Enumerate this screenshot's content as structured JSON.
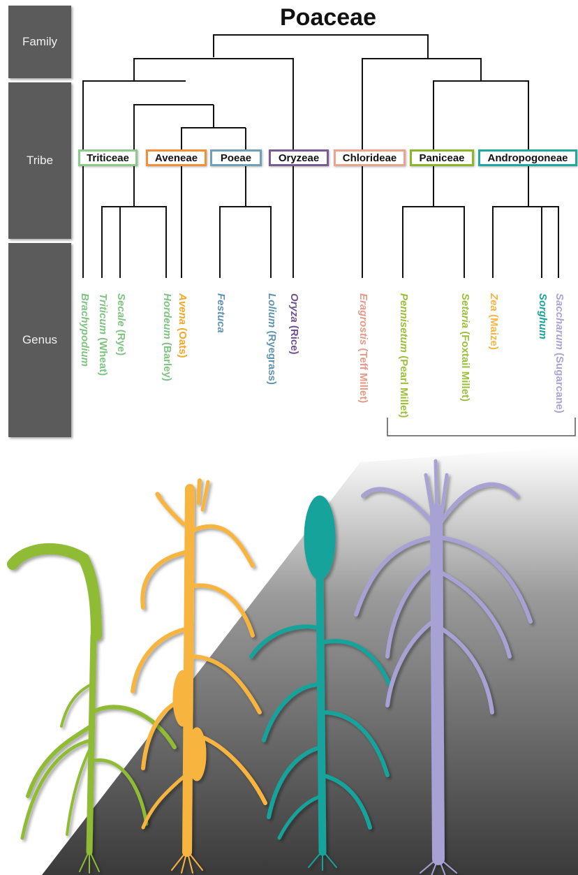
{
  "title": "Poaceae",
  "levels": {
    "family": "Family",
    "tribe": "Tribe",
    "genus": "Genus"
  },
  "tribes": [
    {
      "name": "Triticeae",
      "color": "#8cc98a"
    },
    {
      "name": "Aveneae",
      "color": "#f0913a"
    },
    {
      "name": "Poeae",
      "color": "#6fa0b5"
    },
    {
      "name": "Oryzeae",
      "color": "#7a5c93"
    },
    {
      "name": "Chlorideae",
      "color": "#e8a48e"
    },
    {
      "name": "Paniceae",
      "color": "#8cb52a"
    },
    {
      "name": "Andropogoneae",
      "color": "#22a7a0"
    }
  ],
  "genera": [
    {
      "italic": "Brachypodium",
      "common": "",
      "color": "#7cc47f"
    },
    {
      "italic": "Triticum",
      "common": " (Wheat)",
      "color": "#7cc47f"
    },
    {
      "italic": "Secale",
      "common": " (Rye)",
      "color": "#7cc47f"
    },
    {
      "italic": "Hordeum",
      "common": " (Barley)",
      "color": "#7cc47f"
    },
    {
      "italic": "Avena",
      "common": " (Oats)",
      "color": "#f5a623"
    },
    {
      "italic": "Festuca",
      "common": "",
      "color": "#5f93b2"
    },
    {
      "italic": "Lolium",
      "common": " (Ryegrass)",
      "color": "#5f93b2"
    },
    {
      "italic": "Oryza",
      "common": " (Rice)",
      "color": "#6e4f91"
    },
    {
      "italic": "Eragrostis",
      "common": " (Teff Millet)",
      "color": "#e39a86"
    },
    {
      "italic": "Pennisetum",
      "common": " (Pearl Millet)",
      "color": "#9cbf3a"
    },
    {
      "italic": "Setaria",
      "common": " (Foxtail Millet)",
      "color": "#9cbf3a"
    },
    {
      "italic": "Zea",
      "common": " (Maize)",
      "color": "#f7b540"
    },
    {
      "italic": "Sorghum",
      "common": "",
      "color": "#15a39b"
    },
    {
      "italic": "Saccharum",
      "common": " (Sugarcane)",
      "color": "#a8a4d6"
    }
  ],
  "plants": [
    {
      "name": "foxtail-millet",
      "color": "#8fbb36"
    },
    {
      "name": "maize",
      "color": "#f7b540"
    },
    {
      "name": "sorghum",
      "color": "#15a39b"
    },
    {
      "name": "sugarcane",
      "color": "#a7a2d3"
    }
  ]
}
